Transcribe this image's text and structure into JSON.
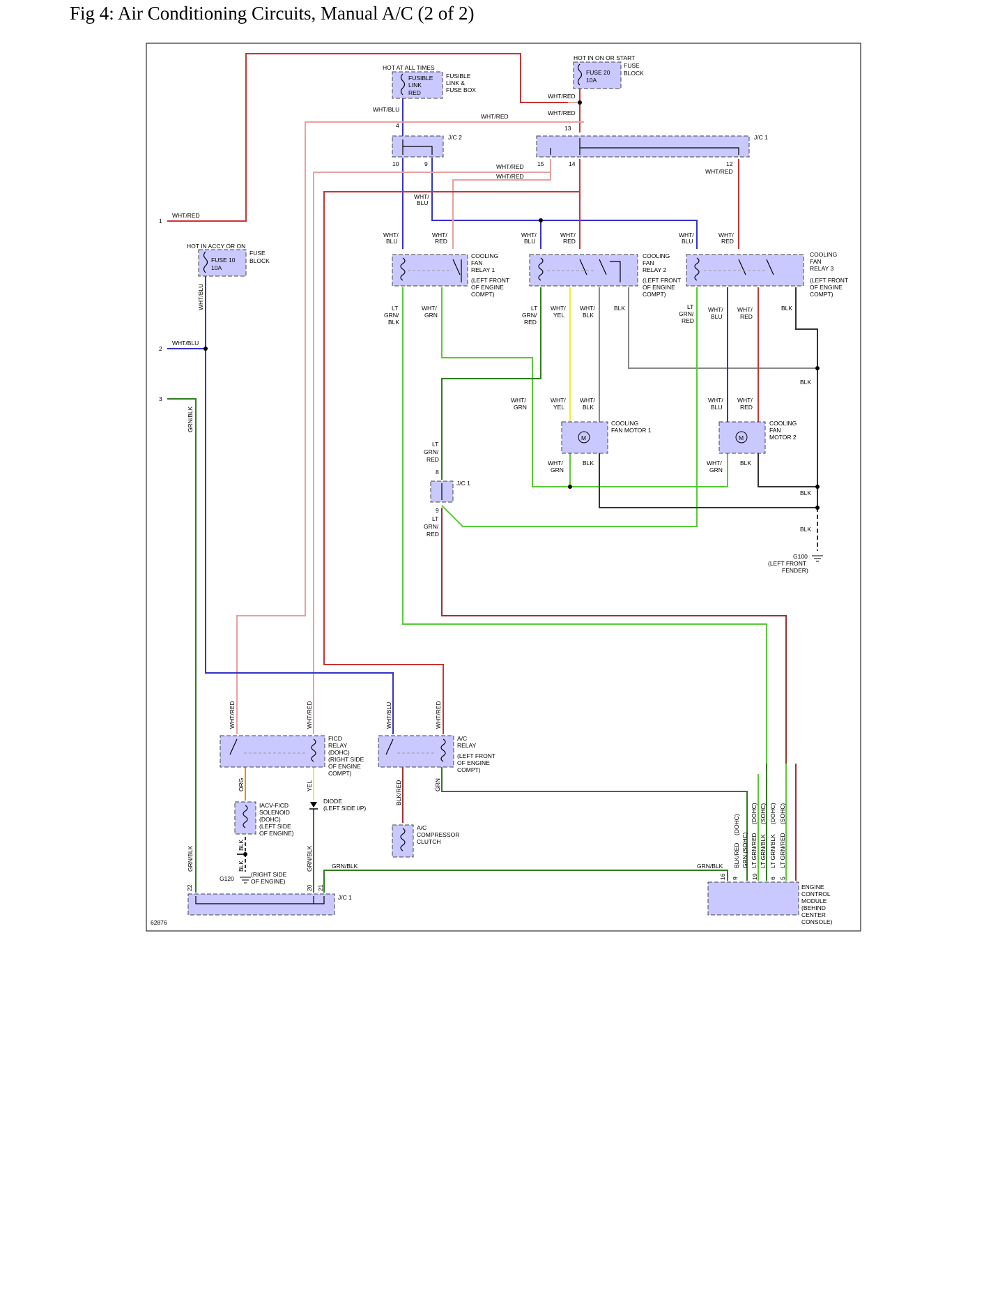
{
  "title": "Fig 4: Air Conditioning Circuits, Manual A/C (2 of 2)",
  "figure_id": "62876",
  "colors": {
    "red": "#cc3333",
    "blue": "#3333cc",
    "green": "#2e7d1e",
    "light_green": "#55cc33",
    "black": "#333333",
    "yellow": "#eeee33",
    "orange": "#ee8800",
    "component": "#c9c9ff"
  },
  "headers": {
    "hot_all_times": "HOT AT ALL TIMES",
    "hot_on_start": "HOT IN ON OR START",
    "hot_accy_on": "HOT IN ACCY OR ON"
  },
  "fuses": {
    "fusible_link": {
      "body": [
        "FUSIBLE",
        "LINK",
        "RED"
      ],
      "label": [
        "FUSIBLE",
        "LINK &",
        "FUSE BOX"
      ]
    },
    "fuse20": {
      "body": [
        "FUSE 20",
        "10A"
      ],
      "label": [
        "FUSE",
        "BLOCK"
      ]
    },
    "fuse10": {
      "body": [
        "FUSE 10",
        "10A"
      ],
      "label": [
        "FUSE",
        "BLOCK"
      ]
    }
  },
  "junctions": {
    "jc2": "J/C 2",
    "jc1": "J/C 1"
  },
  "pins": [
    "4",
    "13",
    "10",
    "9",
    "15",
    "14",
    "12",
    "8",
    "9",
    "22",
    "20",
    "21",
    "16",
    "9",
    "19",
    "6",
    "5",
    "1",
    "2",
    "3"
  ],
  "wire_labels": {
    "wht_red": "WHT/RED",
    "wht_blu": "WHT/BLU",
    "wht_": "WHT/",
    "blu": "BLU",
    "red": "RED",
    "grn": "GRN",
    "yel": "YEL",
    "blk": "BLK",
    "lt": "LT",
    "grn_": "GRN/",
    "blk2": "BLK",
    "grn_blk": "GRN/BLK",
    "org": "ORG",
    "yel2": "YEL",
    "blk_red": "BLK/RED",
    "grn2": "GRN",
    "blkred": "BLK/RED",
    "grn_sohc": "GRN (SOHC)",
    "lt_grn_red": "LT GRN/RED",
    "lt_grn_blk": "LT GRN/BLK",
    "dohc": "(DOHC)",
    "sohc": "(SOHC)"
  },
  "components": {
    "relay1": [
      "COOLING",
      "FAN",
      "RELAY 1",
      "(LEFT FRONT",
      "OF ENGINE",
      "COMPT)"
    ],
    "relay2": [
      "COOLING",
      "FAN",
      "RELAY 2",
      "(LEFT FRONT",
      "OF ENGINE",
      "COMPT)"
    ],
    "relay3": [
      "COOLING",
      "FAN",
      "RELAY 3",
      "(LEFT FRONT",
      "OF ENGINE",
      "COMPT)"
    ],
    "motor1": [
      "COOLING",
      "FAN MOTOR 1"
    ],
    "motor2": [
      "COOLING",
      "FAN",
      "MOTOR 2"
    ],
    "ficd_relay": [
      "FICD",
      "RELAY",
      "(DOHC)",
      "(RIGHT SIDE",
      "OF ENGINE",
      "COMPT)"
    ],
    "ac_relay": [
      "A/C",
      "RELAY",
      "(LEFT FRONT",
      "OF ENGINE",
      "COMPT)"
    ],
    "iacv": [
      "IACV-FICD",
      "SOLENOID",
      "(DOHC)",
      "(LEFT SIDE",
      "OF ENGINE)"
    ],
    "diode": [
      "DIODE",
      "(LEFT SIDE I/P)"
    ],
    "compressor": [
      "A/C",
      "COMPRESSOR",
      "CLUTCH"
    ],
    "ecm": [
      "ENGINE",
      "CONTROL",
      "MODULE",
      "(BEHIND",
      "CENTER",
      "CONSOLE)"
    ],
    "g100": [
      "G100",
      "(LEFT FRONT",
      "FENDER)"
    ],
    "g120": "G120",
    "g120_loc": [
      "(RIGHT SIDE",
      "OF ENGINE)"
    ],
    "motor_symbol": "M"
  }
}
